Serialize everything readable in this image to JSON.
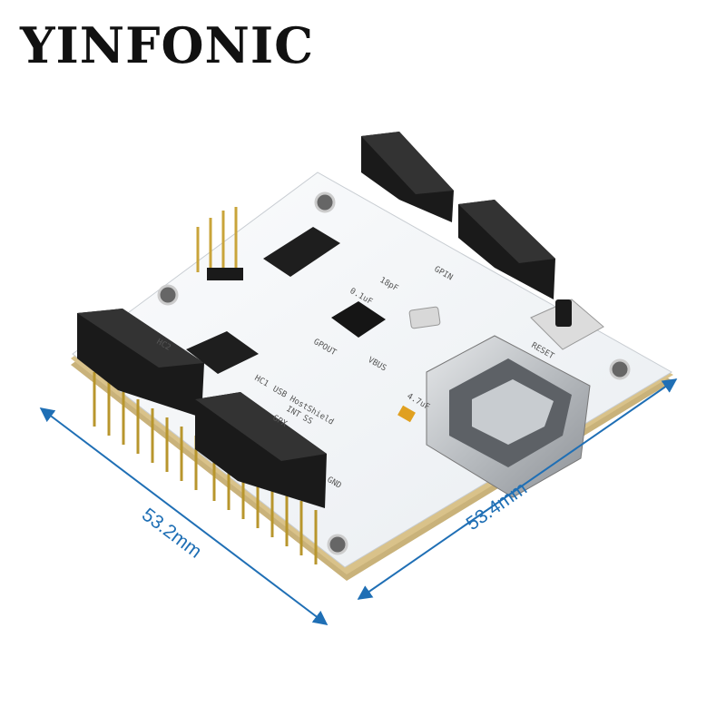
{
  "brand": "YINFONIC",
  "dimensions": {
    "left": "53.2mm",
    "right": "53.4mm"
  },
  "board": {
    "title": "USB HostShield",
    "labels": [
      "RESET",
      "VBUS",
      "GPOUT",
      "GPIN",
      "HC1",
      "HC2",
      "GPX",
      "INT",
      "SS",
      "GND",
      "0.1uF",
      "4.7uF",
      "18pF"
    ]
  },
  "colors": {
    "dimension_line": "#1f6fb5",
    "pcb": "#f4f6f8",
    "header": "#1a1a1a"
  }
}
